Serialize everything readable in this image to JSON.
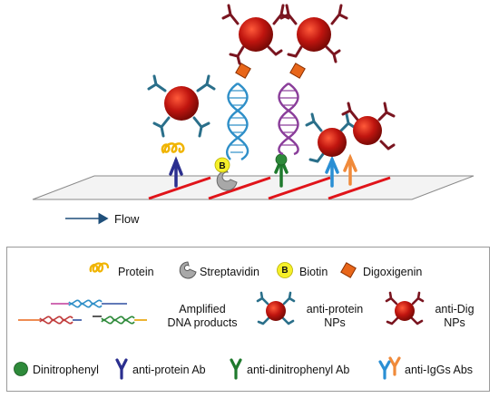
{
  "scene": {
    "flow_label": "Flow",
    "biotin_letter": "B"
  },
  "legend": {
    "protein": "Protein",
    "streptavidin": "Streptavidin",
    "biotin": "Biotin",
    "biotin_letter": "B",
    "digoxigenin": "Digoxigenin",
    "amplified_line1": "Amplified",
    "amplified_line2": "DNA products",
    "anti_protein_np_line1": "anti-protein",
    "anti_protein_np_line2": "NPs",
    "anti_dig_np_line1": "anti-Dig",
    "anti_dig_np_line2": "NPs",
    "dinitrophenyl": "Dinitrophenyl",
    "anti_protein_ab": "anti-protein Ab",
    "anti_dinitrophenyl_ab": "anti-dinitrophenyl Ab",
    "anti_iggs_abs": "anti-IgGs Abs"
  },
  "colors": {
    "np_red": "#c0150f",
    "anti_protein_teal": "#2a6f8a",
    "anti_dig_maroon": "#7a1520",
    "protein_yellow": "#f0b400",
    "streptavidin_gray": "#a8a8a8",
    "biotin_yellow": "#f5ef2a",
    "digoxigenin_orange": "#e8661a",
    "dna_blue": "#2f8fc8",
    "dna_purple": "#8a3d9a",
    "dinitrophenyl_green": "#2e8a3a",
    "anti_protein_ab_navy": "#2b2f8f",
    "anti_dnp_ab_green": "#1f7a2d",
    "anti_igg_blue": "#2a8fd4",
    "anti_igg_orange": "#f08a3a",
    "test_line_red": "#e0141a"
  }
}
